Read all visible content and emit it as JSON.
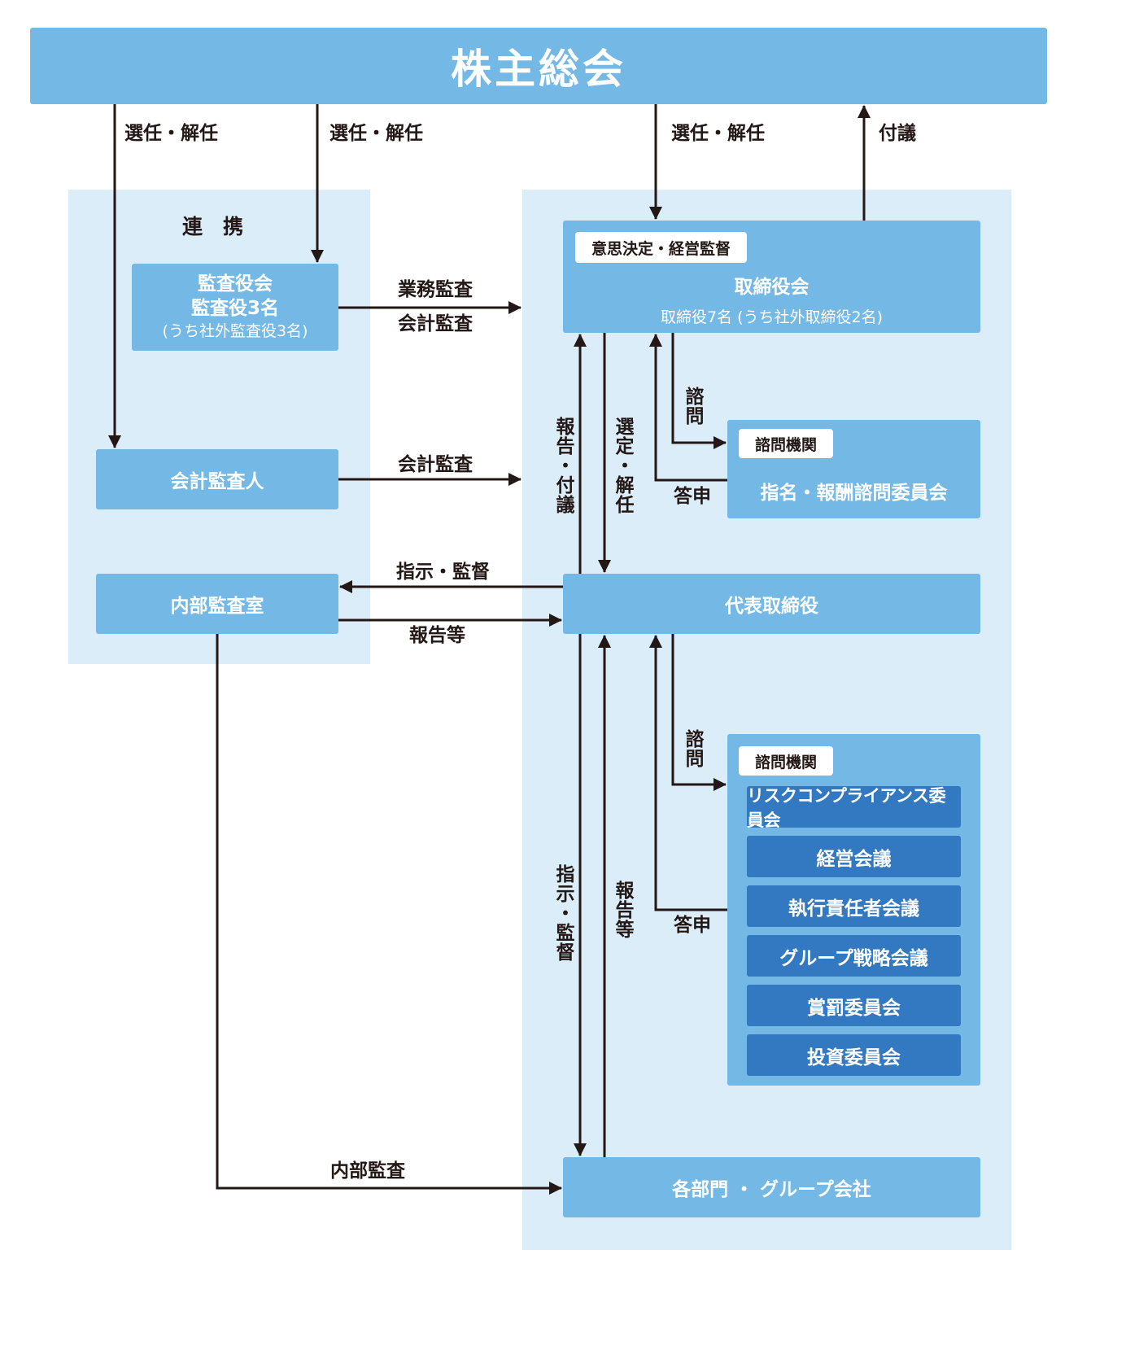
{
  "shareholders": "株主総会",
  "coop_area_label": "連　携",
  "audit_board": {
    "line1": "監査役会",
    "line2": "監査役3名",
    "line3": "(うち社外監査役3名)"
  },
  "accounting_auditor": "会計監査人",
  "internal_audit_office": "内部監査室",
  "board": {
    "tag": "意思決定・経営監督",
    "title": "取締役会",
    "sub": "取締役7名 (うち社外取締役2名)"
  },
  "nomination_committee": {
    "tag": "諮問機関",
    "title": "指名・報酬諮問委員会"
  },
  "representative_director": "代表取締役",
  "advisory_group": {
    "tag": "諮問機関",
    "items": [
      "リスクコンプライアンス委員会",
      "経営会議",
      "執行責任者会議",
      "グループ戦略会議",
      "賞罰委員会",
      "投資委員会"
    ]
  },
  "departments": "各部門 ・ グループ会社",
  "labels": {
    "elect1": "選任・解任",
    "elect2": "選任・解任",
    "elect3": "選任・解任",
    "propose": "付議",
    "business_audit": "業務監査",
    "accounting_audit1": "会計監査",
    "accounting_audit2": "会計監査",
    "instruct1": "指示・監督",
    "report_etc1": "報告等",
    "internal_audit": "内部監査",
    "report_propose": "報告・付議",
    "select_dismiss": "選定・解任",
    "consult1": "諮問",
    "reply1": "答申",
    "consult2": "諮問",
    "reply2": "答申",
    "instruct2": "指示・監督",
    "report_etc2": "報告等"
  },
  "colors": {
    "box": "#74b9e6",
    "dark_box": "#3379c1",
    "area": "#dcedfa",
    "line": "#231815"
  }
}
